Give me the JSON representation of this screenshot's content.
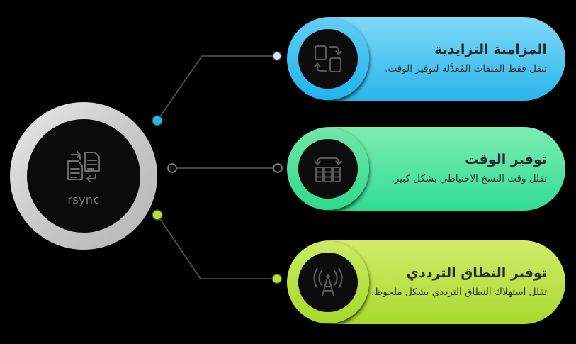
{
  "hub": {
    "label": "rsync",
    "icon": "file-sync-icon",
    "ring_color": "#c9c9c9",
    "inner_color": "#0b0b0b"
  },
  "connectors": [
    {
      "name": "connector-top",
      "from_dot": "filled",
      "to_dot": "hollow",
      "color": "#29b6ea",
      "line_color": "#575757"
    },
    {
      "name": "connector-middle",
      "from_dot": "hollow",
      "to_dot": "hollow",
      "color": "#8a8a8a",
      "line_color": "#575757"
    },
    {
      "name": "connector-bottom",
      "from_dot": "filled",
      "to_dot": "filled",
      "color": "#b5e334",
      "line_color": "#575757"
    }
  ],
  "cards": [
    {
      "id": "incremental-sync",
      "title": "المزامنة التزايدية",
      "description": "تنقل فقط الملفات المُعدَّلة لتوفير الوقت.",
      "icon": "documents-sync-icon",
      "color_top": "#7fd9f8",
      "color_bottom": "#29b6ea"
    },
    {
      "id": "time-saving",
      "title": "توفير الوقت",
      "description": "تقلل وقت النسخ الاحتياطي بشكل كبير.",
      "icon": "server-racks-arrow-icon",
      "color_top": "#7eebb4",
      "color_bottom": "#31dd93"
    },
    {
      "id": "bandwidth-saving",
      "title": "توفير النطاق الترددي",
      "description": "تقلل استهلاك النطاق الترددي بشكل ملحوظ.",
      "icon": "broadcast-antenna-icon",
      "color_top": "#d2ec6a",
      "color_bottom": "#a8d92f"
    }
  ]
}
